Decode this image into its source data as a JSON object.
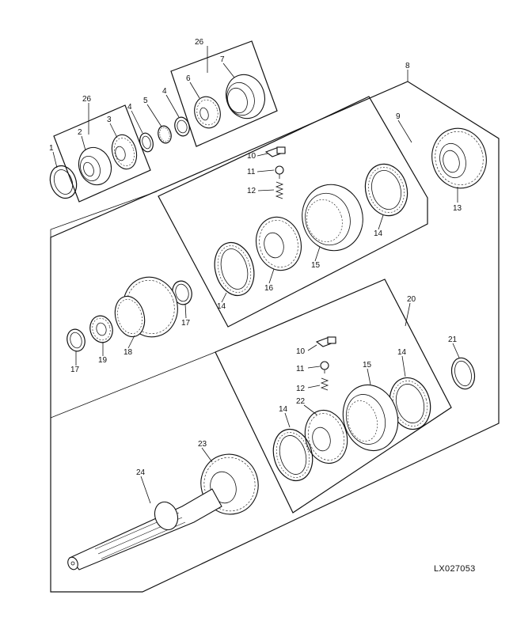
{
  "figure_code": "LX027053",
  "callouts": {
    "c1": "1",
    "c2": "2",
    "c3": "3",
    "c4a": "4",
    "c5": "5",
    "c4b": "4",
    "c6": "6",
    "c7": "7",
    "c26a": "26",
    "c26b": "26",
    "c8": "8",
    "c9": "9",
    "c10a": "10",
    "c11a": "11",
    "c12a": "12",
    "c13": "13",
    "c14a": "14",
    "c15a": "15",
    "c16": "16",
    "c14b": "14",
    "c17a": "17",
    "c17b": "17",
    "c19": "19",
    "c18": "18",
    "c20": "20",
    "c21": "21",
    "c10b": "10",
    "c11b": "11",
    "c12b": "12",
    "c14c": "14",
    "c15b": "15",
    "c14d": "14",
    "c22": "22",
    "c23": "23",
    "c24": "24"
  }
}
